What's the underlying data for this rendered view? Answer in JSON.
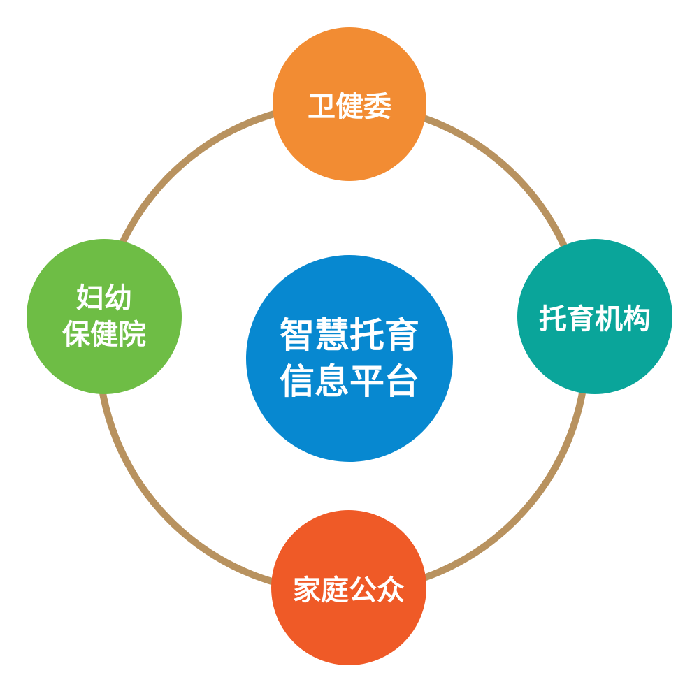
{
  "center": {
    "lines": [
      "智慧托育",
      "信息平台"
    ],
    "color": "#0788d0"
  },
  "nodes": {
    "top": {
      "lines": [
        "卫健委"
      ],
      "color": "#f28c33"
    },
    "right": {
      "lines": [
        "托育机构"
      ],
      "color": "#0aa59a"
    },
    "bottom": {
      "lines": [
        "家庭公众"
      ],
      "color": "#ef5a27"
    },
    "left": {
      "lines": [
        "妇幼",
        "保健院"
      ],
      "color": "#6ebd45"
    }
  },
  "ring": {
    "color": "#b8925f"
  }
}
